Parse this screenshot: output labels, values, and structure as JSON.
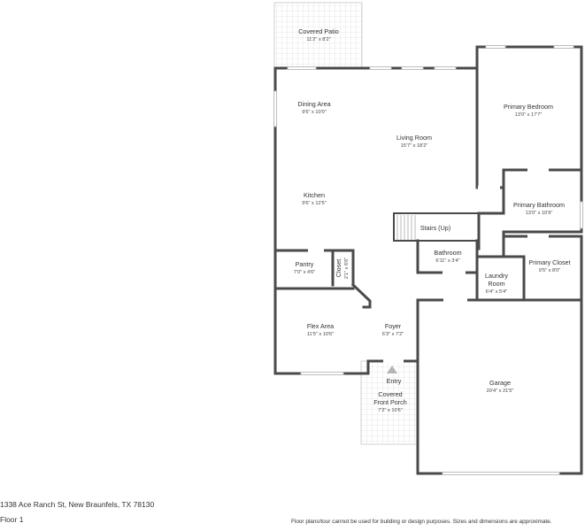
{
  "address": "1338 Ace Ranch St, New Braunfels, TX 78130",
  "floor": "Floor 1",
  "disclaimer": "Floor plans/tour cannot be used for building or design purposes. Sizes and dimensions are approximate.",
  "rooms": {
    "covered_patio": {
      "name": "Covered Patio",
      "dims": "11'2\" x 8'2\""
    },
    "dining_area": {
      "name": "Dining Area",
      "dims": "9'6\" x 10'0\""
    },
    "living_room": {
      "name": "Living Room",
      "dims": "15'7\" x 18'2\""
    },
    "primary_bedroom": {
      "name": "Primary Bedroom",
      "dims": "13'0\" x 17'7\""
    },
    "kitchen": {
      "name": "Kitchen",
      "dims": "9'6\" x 12'5\""
    },
    "primary_bathroom": {
      "name": "Primary Bathroom",
      "dims": "13'0\" x 10'9\""
    },
    "stairs": {
      "name": "Stairs (Up)"
    },
    "bathroom": {
      "name": "Bathroom",
      "dims": "6'11\" x 3'4\""
    },
    "primary_closet": {
      "name": "Primary Closet",
      "dims": "9'5\" x 8'0\""
    },
    "pantry": {
      "name": "Pantry",
      "dims": "7'0\" x 4'6\""
    },
    "closet": {
      "name": "Closet",
      "dims": "2'1\" x 6'6\""
    },
    "laundry": {
      "name1": "Laundry",
      "name2": "Room",
      "dims": "6'4\" x 5'4\""
    },
    "flex_area": {
      "name": "Flex Area",
      "dims": "11'5\" x 10'6\""
    },
    "foyer": {
      "name": "Foyer",
      "dims": "6'3\" x 7'2\""
    },
    "entry": {
      "name": "Entry"
    },
    "front_porch": {
      "name1": "Covered",
      "name2": "Front Porch",
      "dims": "7'2\" x 10'6\""
    },
    "garage": {
      "name": "Garage",
      "dims": "20'4\" x 21'5\""
    }
  }
}
